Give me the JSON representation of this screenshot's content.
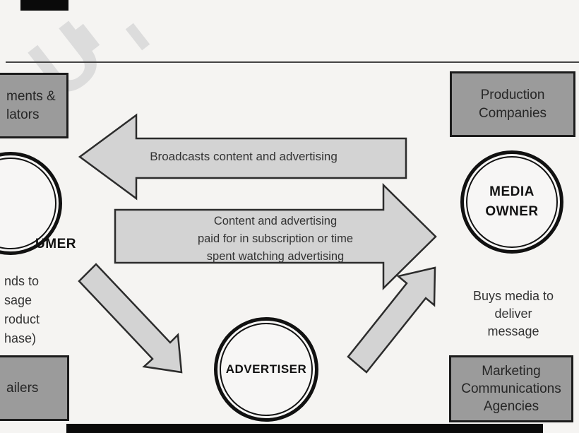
{
  "watermark": {
    "glyph": "U"
  },
  "boxes": {
    "governments": {
      "lines": [
        "ments &",
        "lators"
      ]
    },
    "production": {
      "lines": [
        "Production",
        "Companies"
      ]
    },
    "retailers": {
      "lines": [
        "ailers"
      ]
    },
    "agencies": {
      "lines": [
        "Marketing",
        "Communications",
        "Agencies"
      ]
    }
  },
  "circles": {
    "consumer": {
      "label": "UMER"
    },
    "media_owner": {
      "lines": [
        "MEDIA",
        "OWNER"
      ]
    },
    "advertiser": {
      "label": "ADVERTISER"
    }
  },
  "arrows": {
    "broadcast": {
      "label": "Broadcasts content and advertising"
    },
    "payment": {
      "lines": [
        "Content and advertising",
        "paid for in subscription or time",
        "spent watching advertising"
      ]
    }
  },
  "texts": {
    "response": {
      "lines": [
        "nds to",
        "sage",
        "roduct",
        "hase)"
      ]
    },
    "buys_media": {
      "lines": [
        "Buys media to",
        "deliver",
        "message"
      ]
    }
  },
  "colors": {
    "background": "#f5f4f2",
    "box_fill": "#9b9b9b",
    "arrow_fill": "#d3d3d3",
    "border": "#1c1c1c",
    "bar": "#0a0a0a",
    "watermark": "#dcdcdc"
  }
}
